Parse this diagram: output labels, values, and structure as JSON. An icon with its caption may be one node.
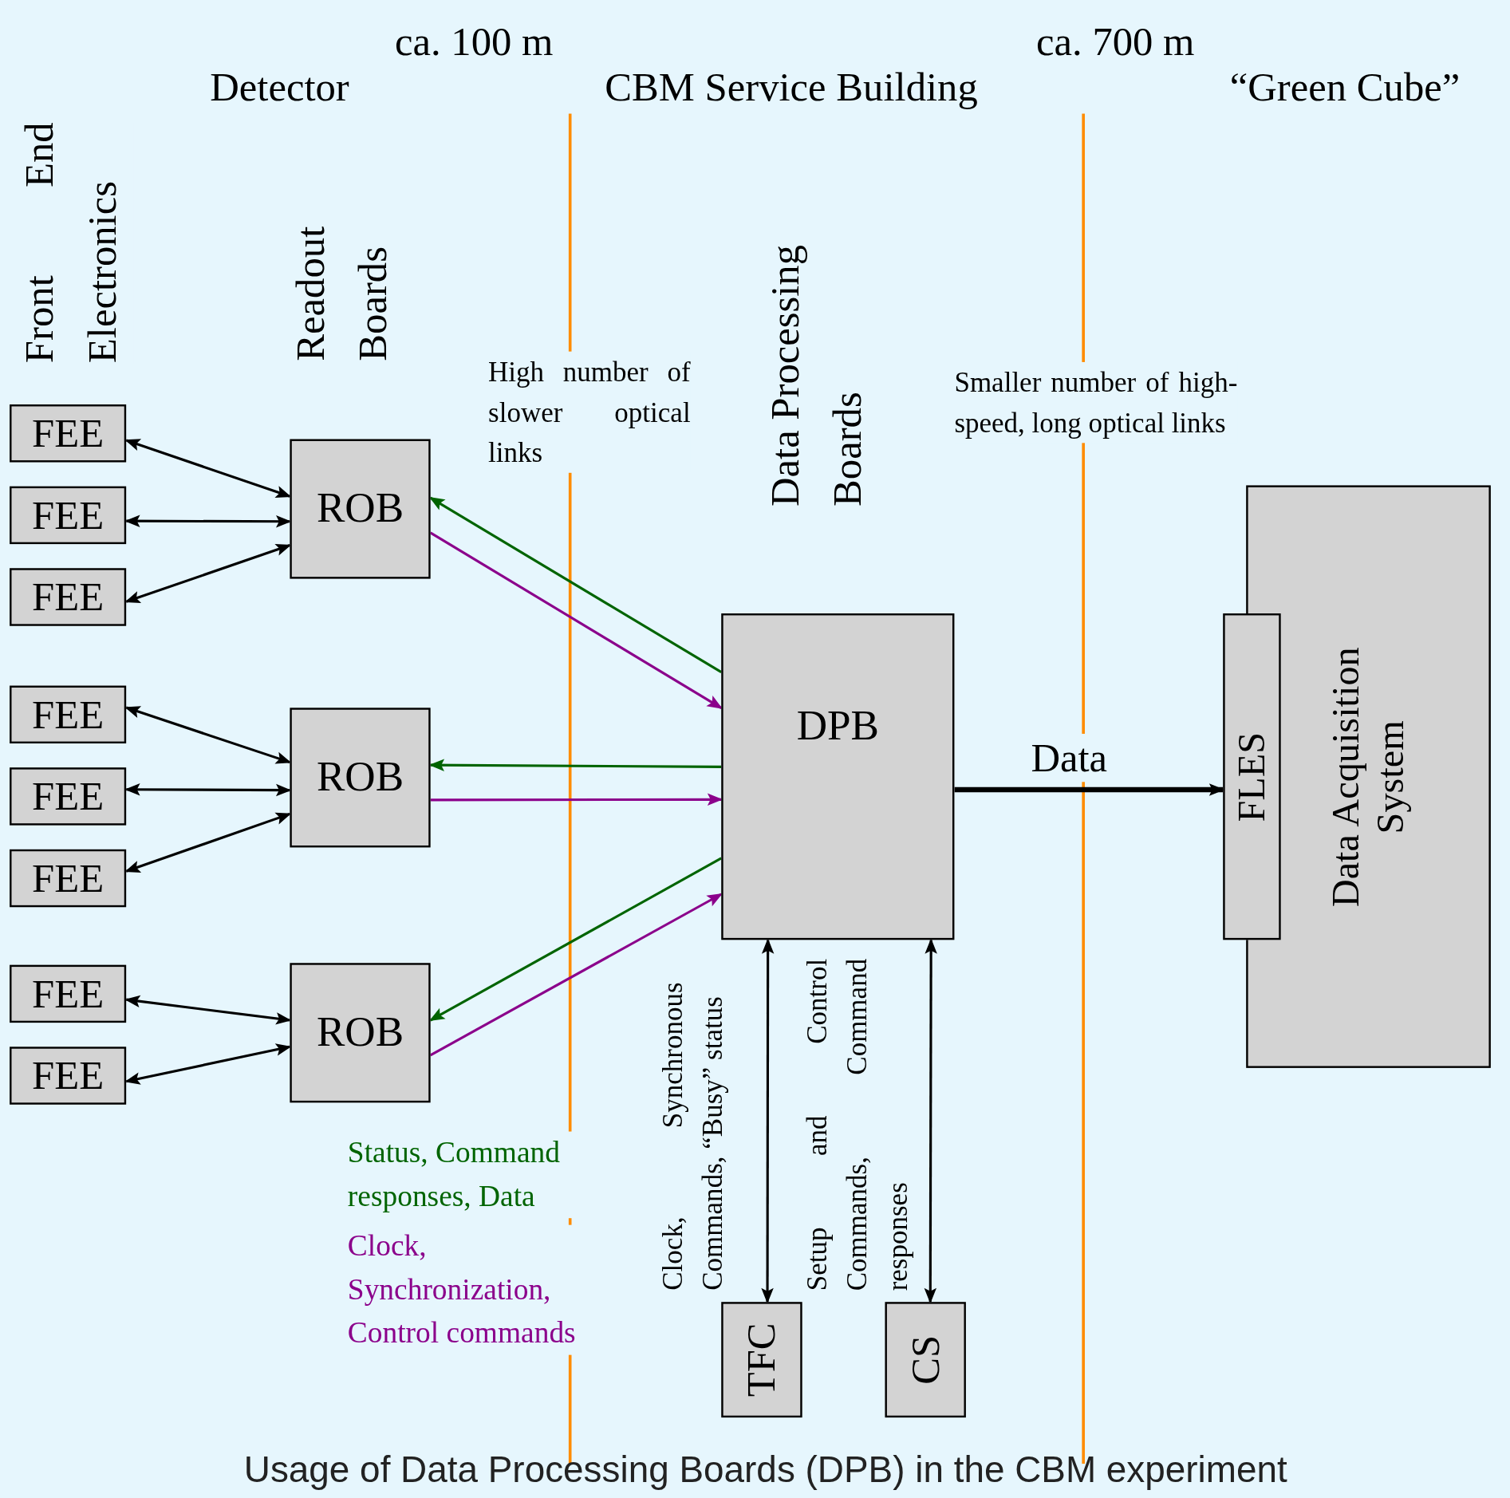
{
  "diagram": {
    "caption": "Usage of Data Processing Boards (DPB) in the CBM experiment",
    "nodes": [
      {
        "text": [
          "FEE"
        ]
      },
      {
        "text": [
          "FEE"
        ]
      },
      {
        "text": [
          "FEE"
        ]
      },
      {
        "text": [
          "FEE"
        ]
      },
      {
        "text": [
          "FEE"
        ]
      },
      {
        "text": [
          "FEE"
        ]
      },
      {
        "text": [
          "FEE"
        ]
      },
      {
        "text": [
          "FEE"
        ]
      },
      {
        "text": [
          "ROB"
        ]
      },
      {
        "text": [
          "ROB"
        ]
      },
      {
        "text": [
          "ROB"
        ]
      },
      {
        "text": [
          "DPB"
        ]
      },
      {
        "text": [
          "Data Acquisition System"
        ]
      },
      {
        "text": [
          "FLES"
        ]
      },
      {
        "text": [
          "TFC"
        ]
      },
      {
        "text": [
          "CS"
        ]
      }
    ],
    "edges": [
      {
        "from": 0,
        "to": 8,
        "arrow": "both"
      },
      {
        "from": 1,
        "to": 8,
        "arrow": "both"
      },
      {
        "from": 2,
        "to": 8,
        "arrow": "both"
      },
      {
        "from": 3,
        "to": 9,
        "arrow": "both"
      },
      {
        "from": 4,
        "to": 9,
        "arrow": "both"
      },
      {
        "from": 5,
        "to": 9,
        "arrow": "both"
      },
      {
        "from": 6,
        "to": 10,
        "arrow": "both"
      },
      {
        "from": 7,
        "to": 10,
        "arrow": "both"
      },
      {
        "from": 11,
        "to": 8,
        "arrow": "to",
        "color": "#006400"
      },
      {
        "from": 8,
        "to": 11,
        "arrow": "to",
        "color": "#8b008b"
      },
      {
        "from": 11,
        "to": 9,
        "arrow": "to",
        "color": "#006400"
      },
      {
        "from": 9,
        "to": 11,
        "arrow": "to",
        "color": "#8b008b"
      },
      {
        "from": 11,
        "to": 10,
        "arrow": "to",
        "color": "#006400"
      },
      {
        "from": 10,
        "to": 11,
        "arrow": "to",
        "color": "#8b008b"
      },
      {
        "from": 11,
        "to": 13,
        "arrow": "to",
        "label": "Data",
        "style": "thick"
      },
      {
        "from": 11,
        "to": 14,
        "arrow": "both"
      },
      {
        "from": 11,
        "to": 15,
        "arrow": "both"
      }
    ],
    "labels": [
      "ca. 100 m",
      "ca. 700 m",
      "Detector",
      "CBM Service Building",
      "“Green Cube”",
      "Front End Electronics",
      "Readout Boards",
      "High number of slower optical links",
      "Data Processing Boards",
      "Smaller number of high-speed, long optical links",
      "Clock, Synchronous Commands, “Busy” status",
      "Setup and Control Commands, Command responses",
      "Status, Command responses, Data",
      "Clock, Synchronization, Control commands"
    ]
  }
}
